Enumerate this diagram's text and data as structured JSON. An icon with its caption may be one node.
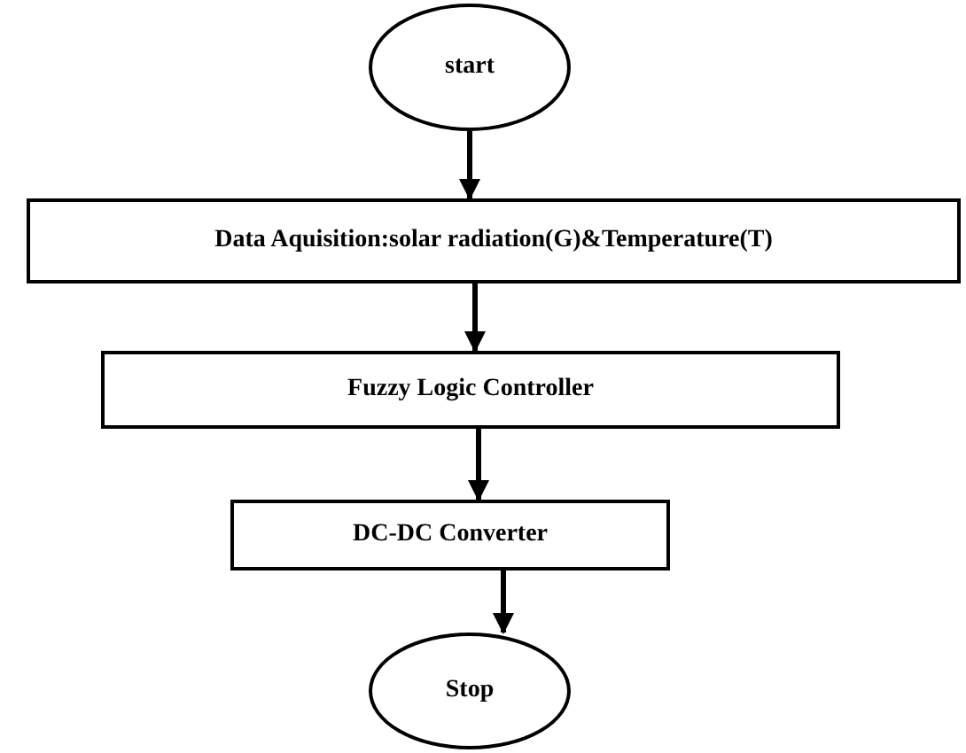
{
  "diagram": {
    "nodes": [
      {
        "text": [
          "start"
        ]
      },
      {
        "text": [
          "Data Aquisition:solar radiation(G)&Temperature(T)"
        ]
      },
      {
        "text": [
          "Fuzzy Logic Controller"
        ]
      },
      {
        "text": [
          "DC-DC Converter"
        ]
      },
      {
        "text": [
          "Stop"
        ]
      }
    ],
    "edges": [
      {
        "from": 0,
        "to": 1,
        "arrow": "to"
      },
      {
        "from": 1,
        "to": 2,
        "arrow": "to"
      },
      {
        "from": 2,
        "to": 3,
        "arrow": "to"
      },
      {
        "from": 3,
        "to": 4,
        "arrow": "to"
      }
    ]
  }
}
